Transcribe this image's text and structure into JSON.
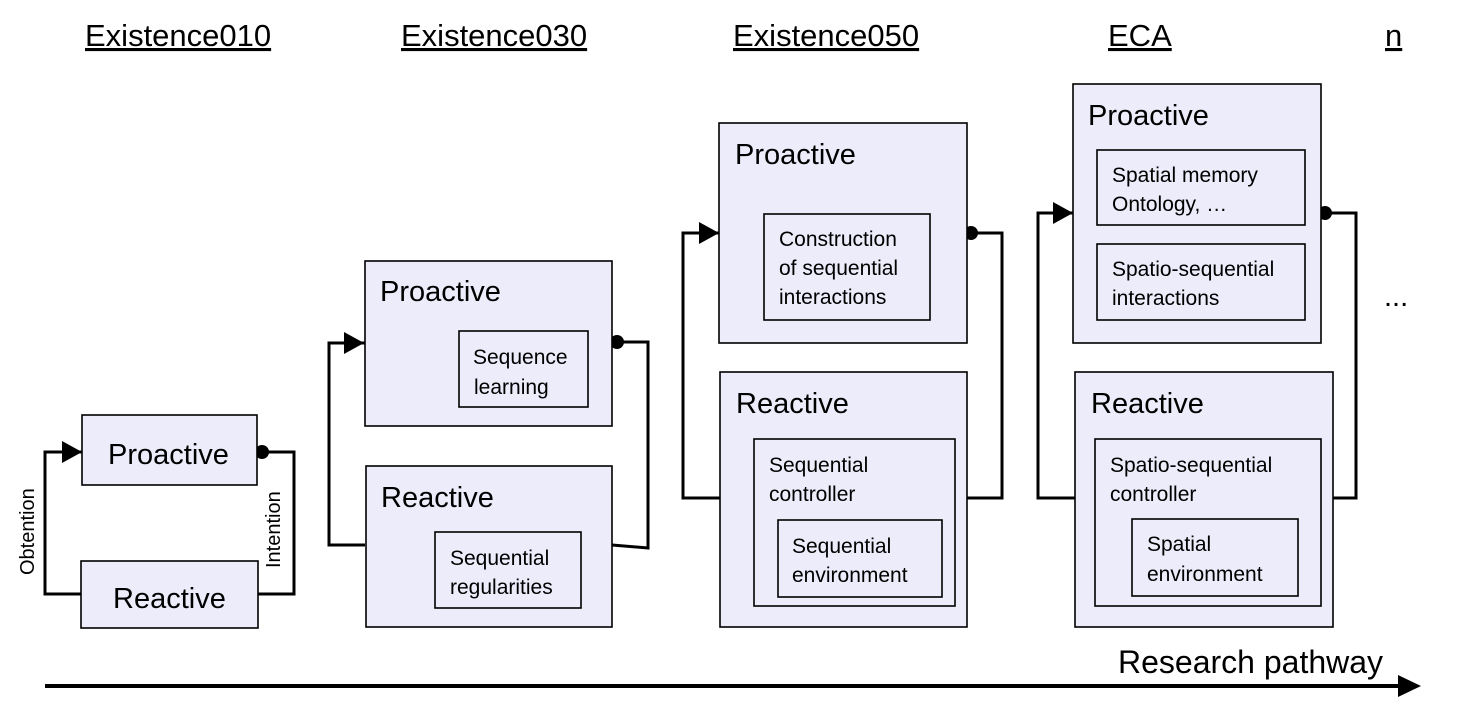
{
  "titles": [
    "Existence010",
    "Existence030",
    "Existence050",
    "ECA",
    "n"
  ],
  "ellipsis": "...",
  "axis_label": "Research pathway",
  "stage1": {
    "proactive": "Proactive",
    "reactive": "Reactive",
    "left_label": "Obtention",
    "right_label": "Intention"
  },
  "stage2": {
    "proactive": "Proactive",
    "proactive_inner": [
      "Sequence",
      "learning"
    ],
    "reactive": "Reactive",
    "reactive_inner": [
      "Sequential",
      "regularities"
    ]
  },
  "stage3": {
    "proactive": "Proactive",
    "proactive_inner": [
      "Construction",
      "of sequential",
      "interactions"
    ],
    "reactive": "Reactive",
    "reactive_inner": [
      "Sequential",
      "controller"
    ],
    "reactive_inner2": [
      "Sequential",
      "environment"
    ]
  },
  "stage4": {
    "proactive": "Proactive",
    "proactive_inner1": [
      "Spatial memory",
      "Ontology, …"
    ],
    "proactive_inner2": [
      "Spatio-sequential",
      "interactions"
    ],
    "reactive": "Reactive",
    "reactive_inner": [
      "Spatio-sequential",
      "controller"
    ],
    "reactive_inner2": [
      "Spatial",
      "environment"
    ]
  }
}
